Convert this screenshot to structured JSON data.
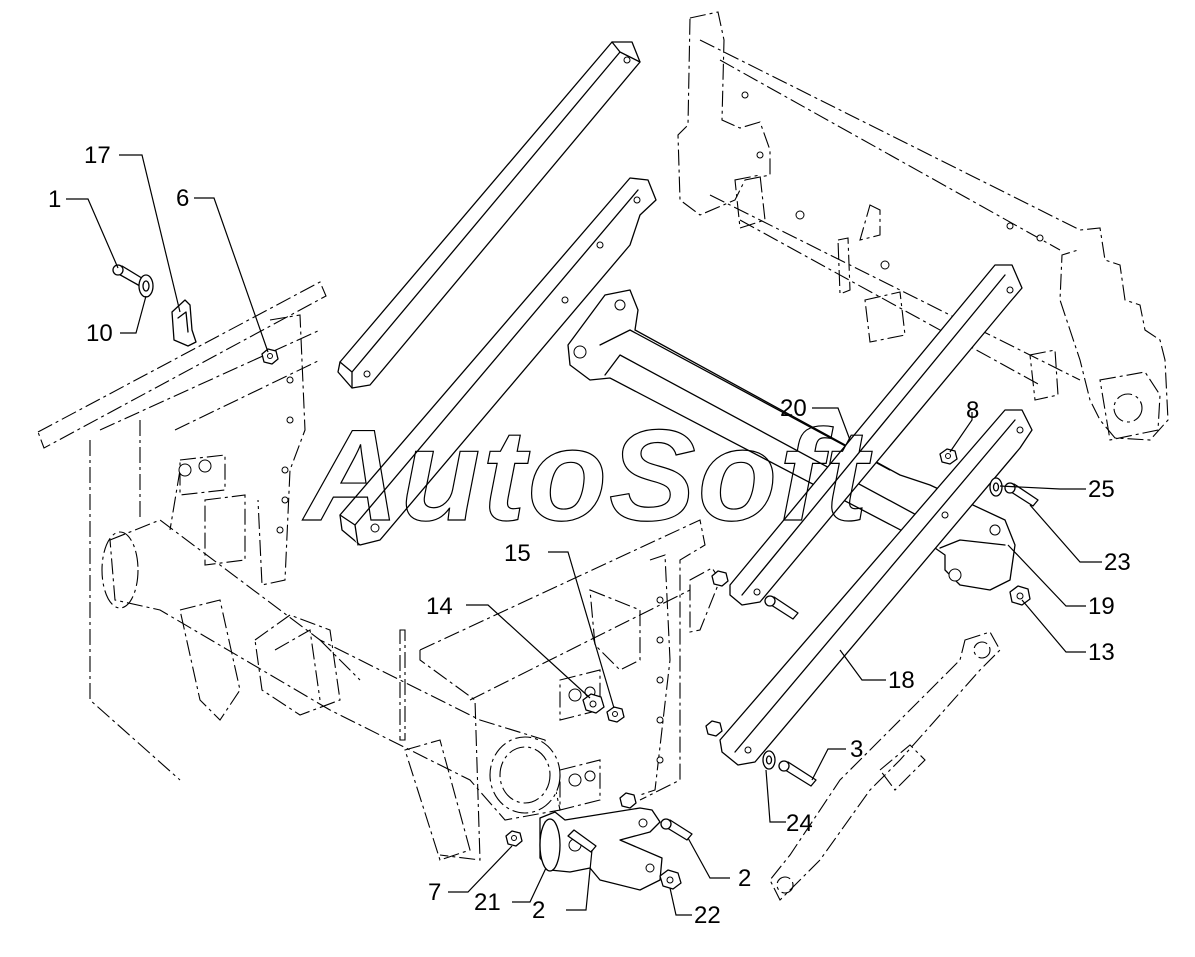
{
  "watermark": "AutoSoft",
  "callouts": {
    "c1": "1",
    "c17": "17",
    "c6": "6",
    "c10": "10",
    "c15": "15",
    "c14": "14",
    "c20": "20",
    "c8": "8",
    "c25": "25",
    "c23": "23",
    "c19": "19",
    "c13": "13",
    "c18": "18",
    "c3": "3",
    "c24": "24",
    "c2a": "2",
    "c2b": "2",
    "c7": "7",
    "c21": "21",
    "c22": "22"
  }
}
